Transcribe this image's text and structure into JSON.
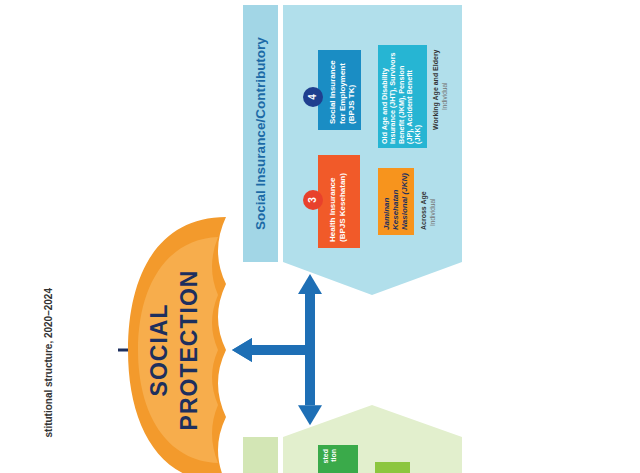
{
  "diagram": {
    "title": "stitutional structure, 2020–2024",
    "nodes": [
      {
        "text": [
          "SOCIAL PROTECTION"
        ]
      },
      {
        "text": [
          "Social Insurance/Contributory"
        ]
      },
      {
        "text": [
          "3"
        ],
        "in": 1
      },
      {
        "text": [
          "Health Insurance (BPJS Kesehatan)"
        ],
        "in": 1
      },
      {
        "text": [
          "Jaminan Kesehatan Nasional (JKN)"
        ],
        "in": 1
      },
      {
        "text": [
          "4"
        ],
        "in": 1
      },
      {
        "text": [
          "Social Insurance for Employment (BPJS TK)"
        ],
        "in": 1
      },
      {
        "text": [
          "Old Age and Disability Insurance (JHT), Survivors Benefit (JKM), Pension (JP), Accident Benefit (JKK)"
        ],
        "in": 1
      },
      {
        "text": []
      },
      {
        "text": [
          "sted tion"
        ],
        "in": 8
      }
    ],
    "edges": [
      {
        "from": 0,
        "to": 1,
        "arrow": "both"
      },
      {
        "from": 0,
        "to": 8,
        "arrow": "both"
      }
    ],
    "labels": [
      "Across Age",
      "Individual",
      "Working Age and Eldery",
      "Individual"
    ]
  }
}
